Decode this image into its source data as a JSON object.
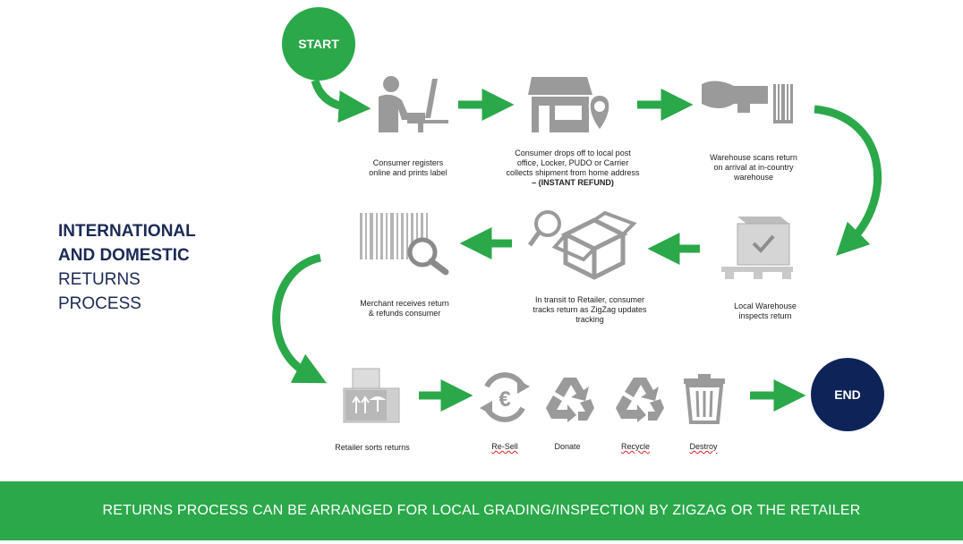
{
  "start_label": "START",
  "end_label": "END",
  "title": {
    "line1": "INTERNATIONAL",
    "line2": "AND DOMESTIC",
    "line3": "RETURNS",
    "line4": "PROCESS"
  },
  "steps": {
    "register": [
      "Consumer registers",
      "online and prints label"
    ],
    "dropoff": [
      "Consumer drops off to local post",
      "office, Locker, PUDO or Carrier",
      "collects shipment from home address",
      "– (INSTANT REFUND)"
    ],
    "scan": [
      "Warehouse scans return",
      "on arrival at in-country",
      "warehouse"
    ],
    "inspect": [
      "Local Warehouse",
      "inspects return"
    ],
    "transit": [
      "In transit to Retailer, consumer",
      "tracks return as ZigZag updates",
      "tracking"
    ],
    "merchant": [
      "Merchant receives return",
      "& refunds consumer"
    ],
    "sort": "Retailer sorts returns",
    "resell": "Re-Sell",
    "donate": "Donate",
    "recycle": "Recycle",
    "destroy": "Destroy"
  },
  "banner": "RETURNS PROCESS CAN BE ARRANGED FOR LOCAL GRADING/INSPECTION BY ZIGZAG OR THE RETAILER",
  "colors": {
    "green": "#2aa84a",
    "navy": "#0e2458",
    "icon_gray": "#9a9a9a"
  },
  "icons": [
    "person-computer-icon",
    "shop-location-icon",
    "barcode-scanner-icon",
    "pallet-box-icon",
    "open-box-search-icon",
    "barcode-search-icon",
    "fragile-box-icon",
    "euro-recycle-icon",
    "recycle-icon",
    "trash-bin-icon"
  ]
}
